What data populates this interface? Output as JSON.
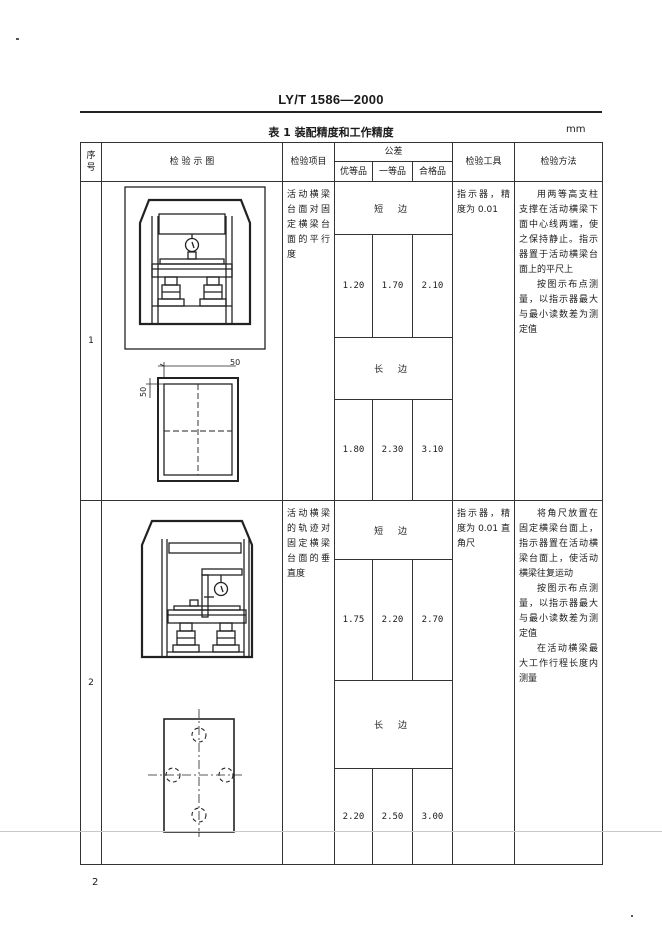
{
  "header": {
    "standard_code": "LY/T 1586—2000",
    "table_title": "表 1  装配精度和工作精度",
    "unit": "mm"
  },
  "table": {
    "columns": {
      "no": "序\n号",
      "diagram": "检 验 示 图",
      "item": "检验项目",
      "tolerance": "公差",
      "grade_1": "优等品",
      "grade_2": "一等品",
      "grade_3": "合格品",
      "tool": "检验工具",
      "method": "检验方法"
    },
    "rows": [
      {
        "no": "1",
        "item": "活动横梁台面对固定横梁台面的平行度",
        "tool": "指示器，精度为 0.01",
        "method": [
          "用两等高支柱支撑在活动横梁下面中心线两端，使之保持静止。指示器置于活动横梁台面上的平尺上",
          "按图示布点测量，以指示器最大与最小读数差为测定值"
        ],
        "short_side_label": "短  边",
        "short_side_values": [
          "1.20",
          "1.70",
          "2.10"
        ],
        "long_side_label": "长  边",
        "long_side_values": [
          "1.80",
          "2.30",
          "3.10"
        ],
        "dim_top": "50",
        "dim_left": "50"
      },
      {
        "no": "2",
        "item": "活动横梁的轨迹对固定横梁台面的垂直度",
        "tool": "指示器，精度为 0.01 直角尺",
        "method": [
          "将角尺放置在固定横梁台面上，指示器置在活动横梁台面上，使活动横梁往复运动",
          "按图示布点测量，以指示器最大与最小读数差为测定值",
          "在活动横梁最大工作行程长度内测量"
        ],
        "short_side_label": "短  边",
        "short_side_values": [
          "1.75",
          "2.20",
          "2.70"
        ],
        "long_side_label": "长  边",
        "long_side_values": [
          "2.20",
          "2.50",
          "3.00"
        ]
      }
    ]
  },
  "footer": {
    "page_number": "2"
  }
}
